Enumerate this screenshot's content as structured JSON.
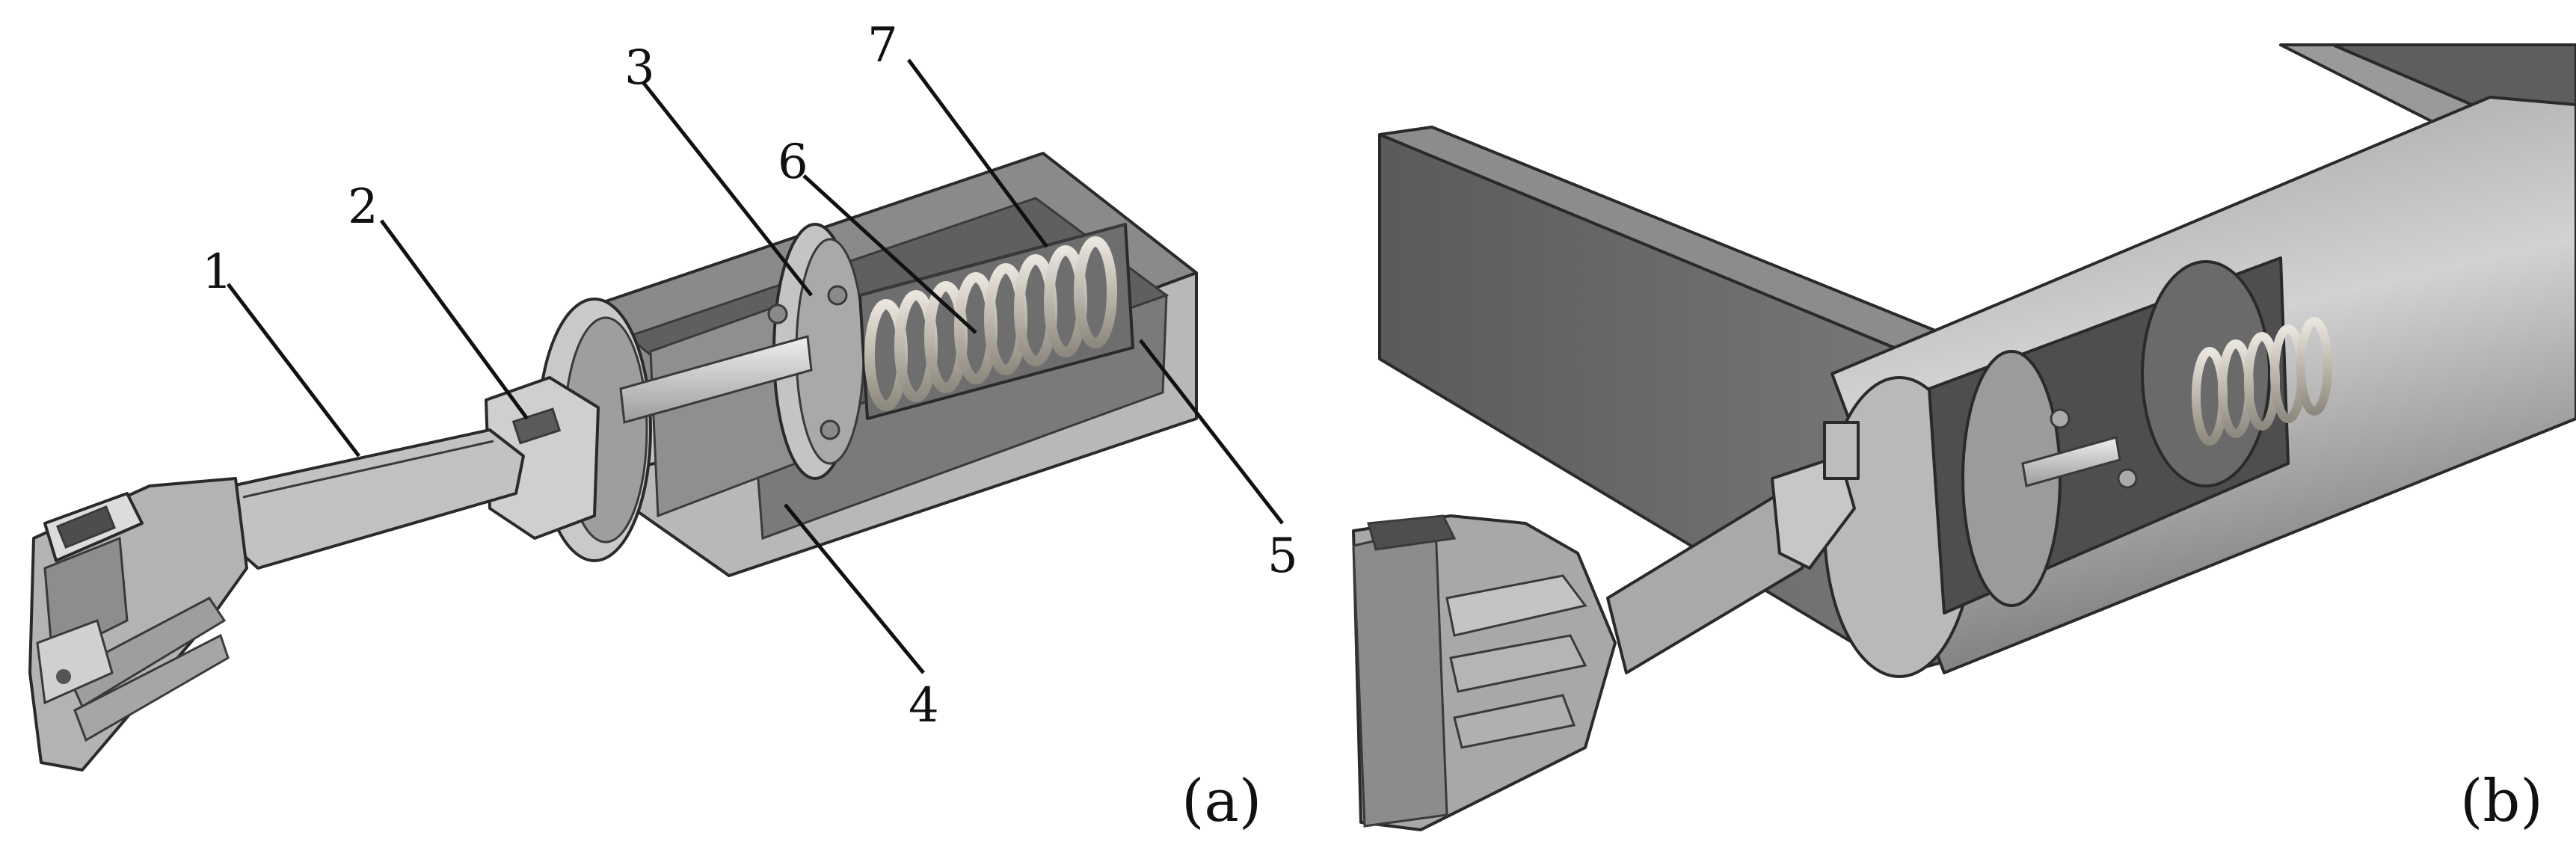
{
  "panel_a": {
    "panel_label": "(a)",
    "callouts": [
      "1",
      "2",
      "3",
      "4",
      "5",
      "6",
      "7"
    ]
  },
  "panel_b": {
    "panel_label": "(b)"
  },
  "colors": {
    "background": "#ffffff",
    "metal_light": "#d6d6d6",
    "metal_mid": "#a8a8a8",
    "metal_dark": "#6f6f6f",
    "frame_dark": "#4f4f4f",
    "spring": "#c9c3b8",
    "line": "#111111"
  }
}
